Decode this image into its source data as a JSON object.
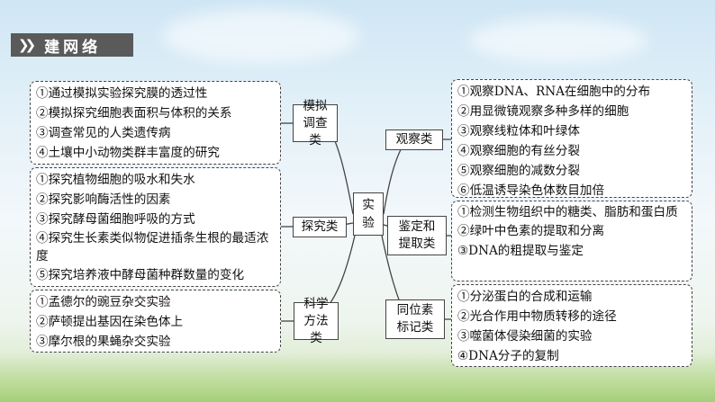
{
  "header": {
    "chevrons": "❯❯",
    "title": "建网络"
  },
  "center": {
    "label": "实验"
  },
  "categories": {
    "simulation": "模拟调查类",
    "explore": "探究类",
    "science": "科学方法类",
    "observe": "观察类",
    "identify": "鉴定和提取类",
    "isotope": "同位素标记类"
  },
  "lists": {
    "simulation": [
      "①通过模拟实验探究膜的透过性",
      "②模拟探究细胞表面积与体积的关系",
      "③调查常见的人类遗传病",
      "④土壤中小动物类群丰富度的研究"
    ],
    "explore": [
      "①探究植物细胞的吸水和失水",
      "②探究影响酶活性的因素",
      "③探究酵母菌细胞呼吸的方式",
      "④探究生长素类似物促进插条生根的最适浓度",
      "⑤探究培养液中酵母菌种群数量的变化"
    ],
    "science": [
      "①孟德尔的豌豆杂交实验",
      "②萨顿提出基因在染色体上",
      "③摩尔根的果蝇杂交实验"
    ],
    "observe": [
      "①观察DNA、RNA在细胞中的分布",
      "②用显微镜观察多种多样的细胞",
      "③观察线粒体和叶绿体",
      "④观察细胞的有丝分裂",
      "⑤观察细胞的减数分裂",
      "⑥低温诱导染色体数目加倍"
    ],
    "identify": [
      "①检测生物组织中的糖类、脂肪和蛋白质",
      "②绿叶中色素的提取和分离",
      "③DNA的粗提取与鉴定"
    ],
    "isotope": [
      "①分泌蛋白的合成和运输",
      "②光合作用中物质转移的途径",
      "③噬菌体侵染细菌的实验",
      "④DNA分子的复制"
    ]
  }
}
